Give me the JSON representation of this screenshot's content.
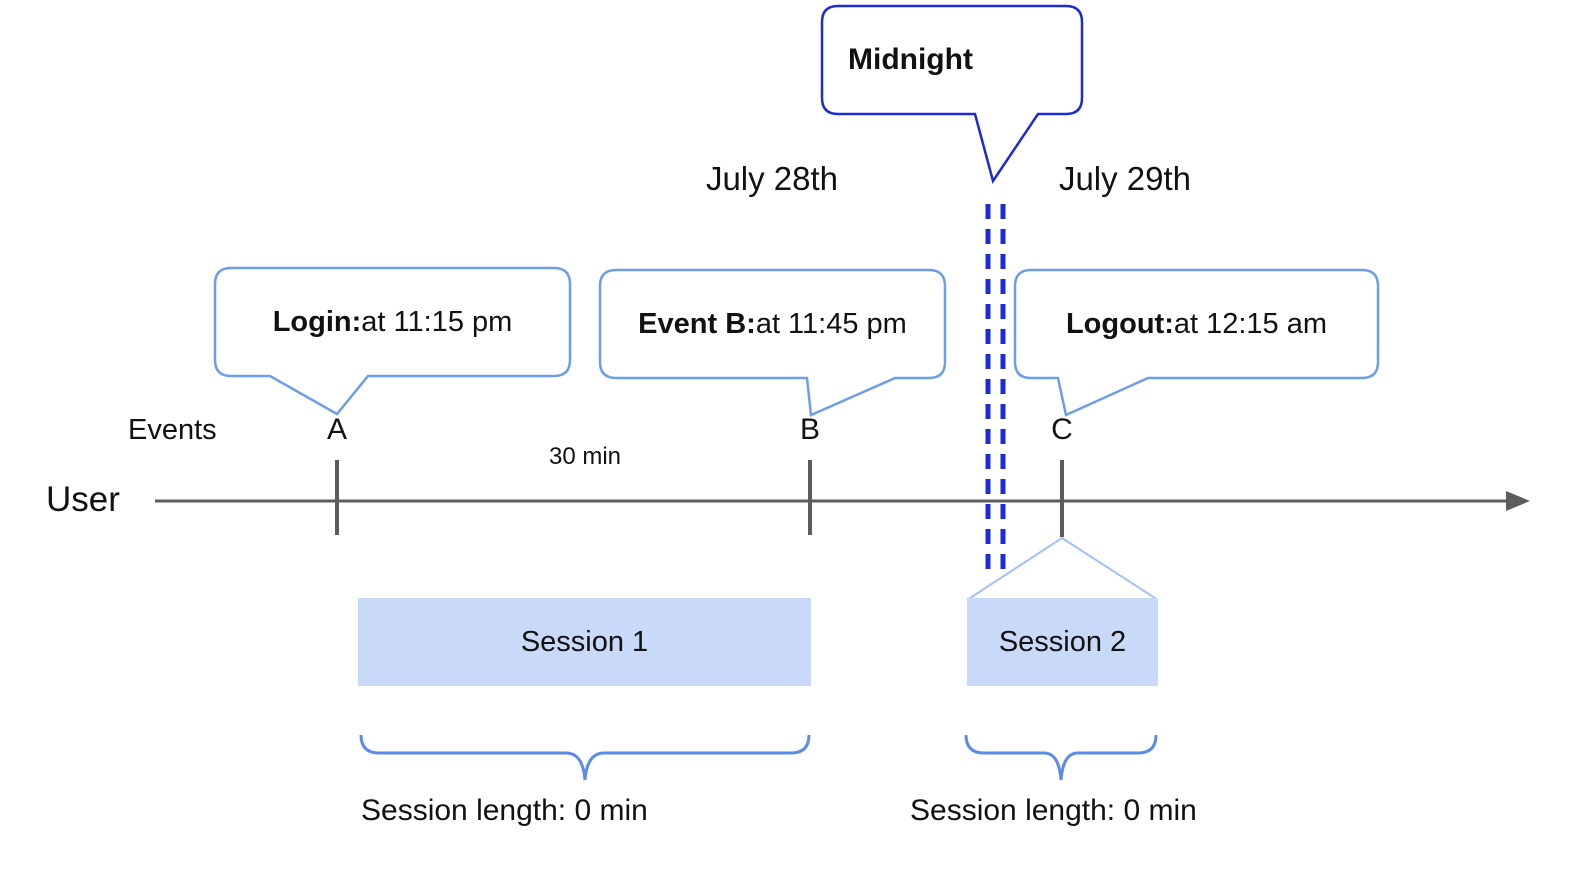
{
  "diagram": {
    "midnight_callout": {
      "label": "Midnight"
    },
    "dates": {
      "left": "July 28th",
      "right": "July 29th"
    },
    "callouts": [
      {
        "id": "login",
        "bold": "Login:",
        "text": " at 11:15 pm"
      },
      {
        "id": "event-b",
        "bold": "Event B:",
        "text": " at 11:45 pm"
      },
      {
        "id": "logout",
        "bold": "Logout:",
        "text": " at 12:15 am"
      }
    ],
    "events_label": "Events",
    "markers": [
      "A",
      "B",
      "C"
    ],
    "interval_label": "30 min",
    "user_label": "User",
    "sessions": [
      {
        "label": "Session 1",
        "length_label": "Session length: 0 min"
      },
      {
        "label": "Session 2",
        "length_label": "Session length: 0 min"
      }
    ],
    "colors": {
      "dark_blue": "#1b2bd5",
      "callout_blue": "#6d9eeb",
      "connector_blue": "#a4c2f4",
      "brace_blue": "#5b8cea",
      "session_fill": "#c9daf8",
      "line_gray": "#5c5c5c",
      "text_black": "#111111"
    }
  }
}
